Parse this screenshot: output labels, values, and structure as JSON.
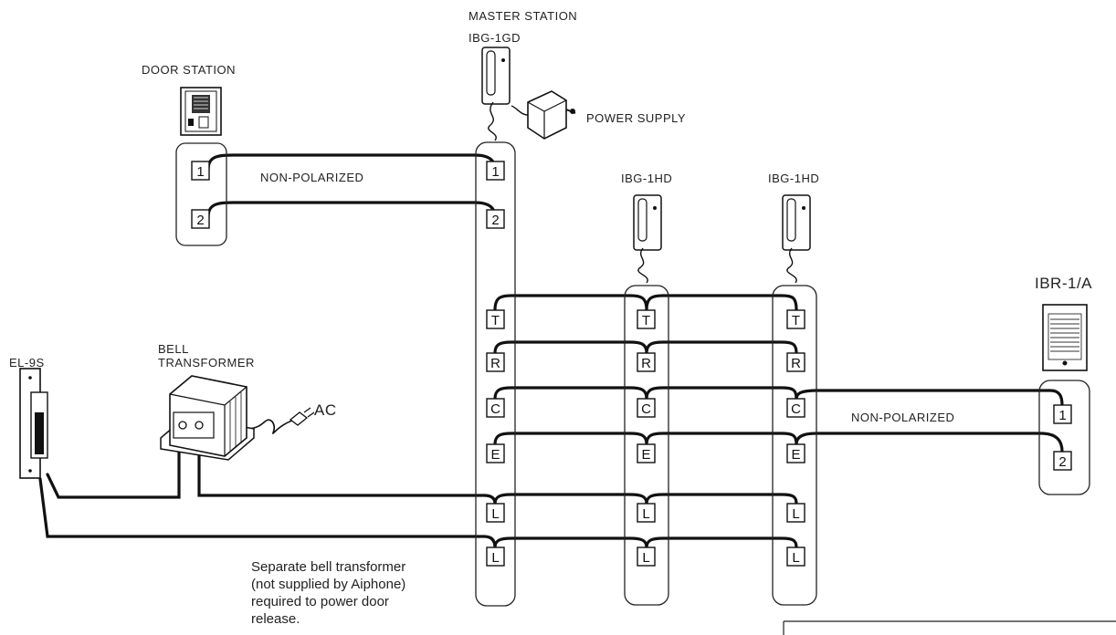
{
  "labels": {
    "master_station": "MASTER STATION",
    "master_model": "IBG-1GD",
    "door_station": "DOOR STATION",
    "power_supply": "POWER SUPPLY",
    "non_polarized_top": "NON-POLARIZED",
    "sub1_model": "IBG-1HD",
    "sub2_model": "IBG-1HD",
    "ibr_model": "IBR-1/A",
    "el9s": "EL-9S",
    "bell_line1": "BELL",
    "bell_line2": "TRANSFORMER",
    "ac": "AC",
    "non_polarized_right": "NON-POLARIZED"
  },
  "terminals": {
    "door": [
      "1",
      "2"
    ],
    "master": [
      "1",
      "2",
      "T",
      "R",
      "C",
      "E",
      "L",
      "L"
    ],
    "sub": [
      "T",
      "R",
      "C",
      "E",
      "L",
      "L"
    ],
    "ibr": [
      "1",
      "2"
    ]
  },
  "note": {
    "lines": [
      "Separate bell transformer",
      "(not supplied by Aiphone)",
      "required to power door",
      "release."
    ]
  }
}
